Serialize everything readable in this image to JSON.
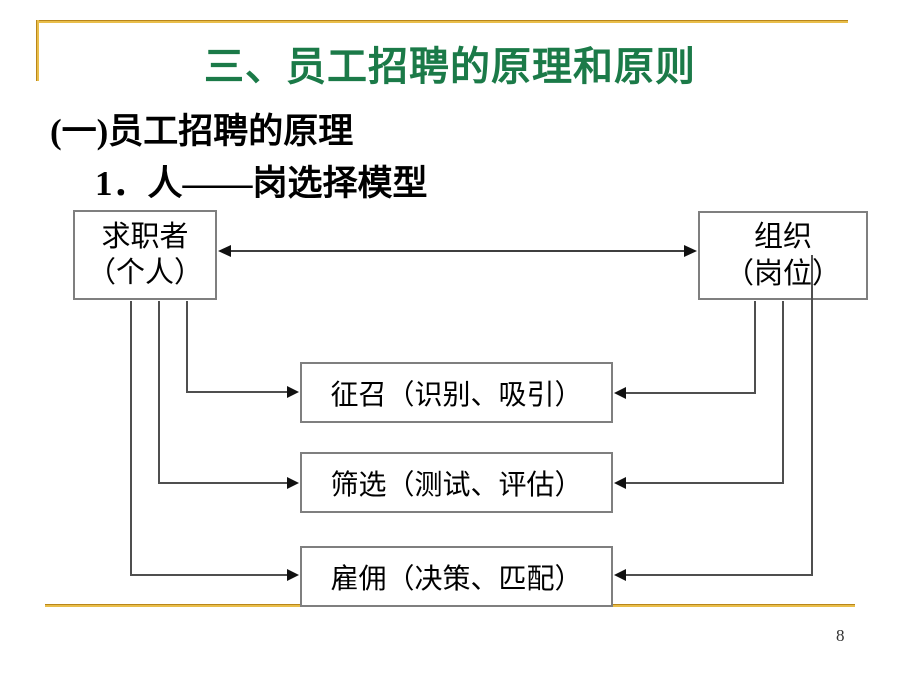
{
  "slide": {
    "title": "三、员工招聘的原理和原则",
    "heading": "(一)员工招聘的原理",
    "subheading": "1．人——岗选择模型",
    "page_number": "8"
  },
  "diagram": {
    "applicant": {
      "line1": "求职者",
      "line2": "（个人）"
    },
    "organization": {
      "line1": "组织",
      "line2": "（岗位）"
    },
    "steps": [
      {
        "label": "征召（识别、吸引）"
      },
      {
        "label": "筛选（测试、评估）"
      },
      {
        "label": "雇佣（决策、匹配）"
      }
    ]
  },
  "colors": {
    "title_green": "#1B7A48",
    "accent_gold": "#D9A422",
    "box_border_gray": "#7F7F7F",
    "connector_gray": "#4A4A4A",
    "arrowhead_black": "#111111"
  }
}
